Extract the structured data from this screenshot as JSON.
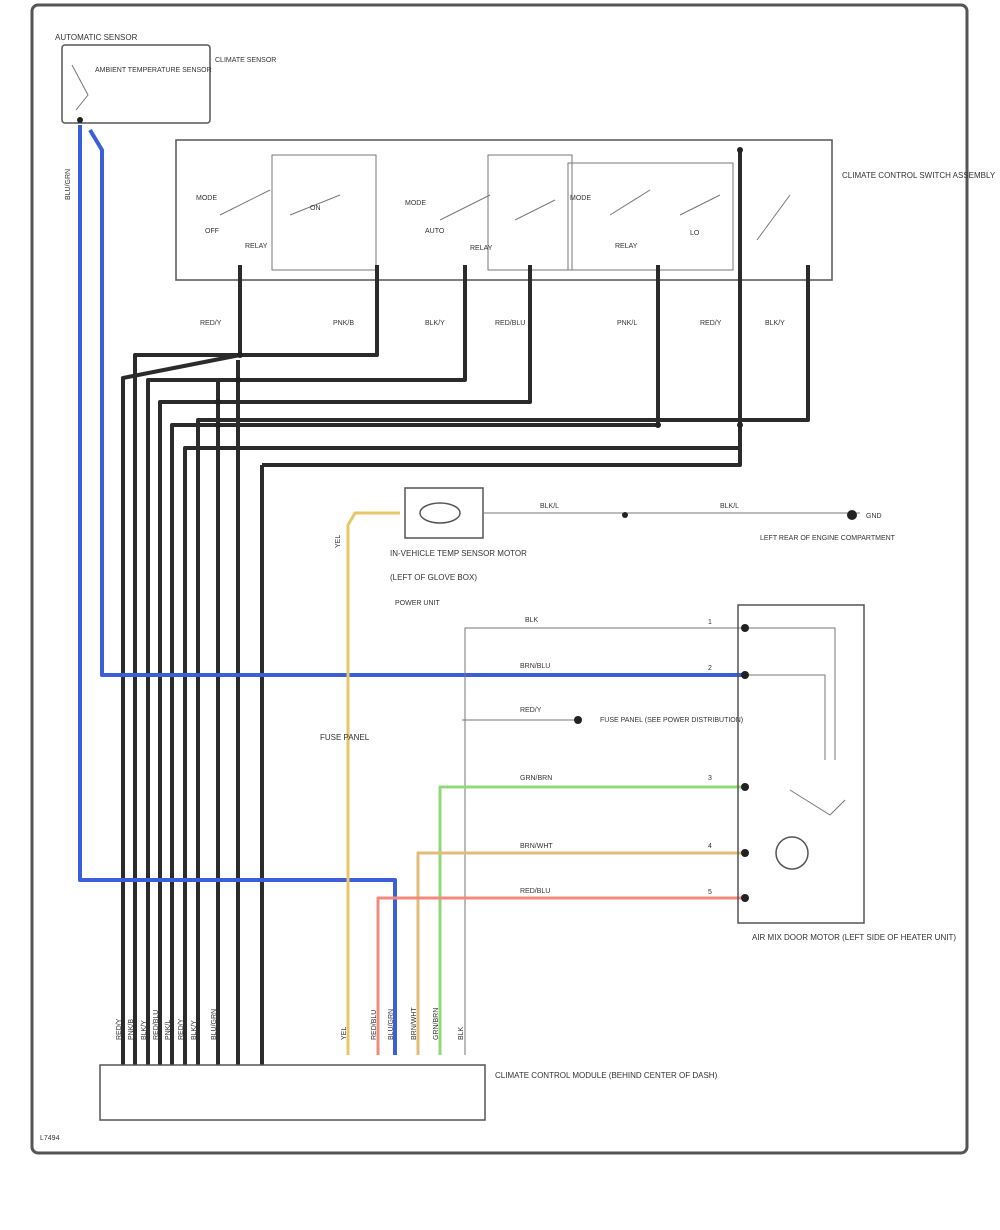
{
  "diagram": {
    "frame_code": "L7494",
    "components": {
      "auto_sensor": {
        "title": "AUTOMATIC SENSOR",
        "body": "AMBIENT TEMPERATURE SENSOR",
        "side": "CLIMATE SENSOR"
      },
      "switch_block": {
        "title": "CLIMATE CONTROL SWITCH ASSEMBLY",
        "sw1": "MODE",
        "sw2": "MODE",
        "sw3": "MODE",
        "relay1": "RELAY",
        "relay2": "RELAY",
        "relay3": "RELAY",
        "pos_a": "OFF",
        "pos_b": "ON",
        "pos_c": "AUTO",
        "pos_d": "LO"
      },
      "sensor_motor": {
        "label": "IN-VEHICLE TEMP SENSOR MOTOR",
        "sub": "(LEFT OF GLOVE BOX)",
        "power": "POWER UNIT"
      },
      "ground_ref": {
        "label": "LEFT REAR OF ENGINE COMPARTMENT"
      },
      "mix_door": {
        "label": "AIR MIX DOOR MOTOR (LEFT SIDE OF HEATER UNIT)"
      },
      "control_module": {
        "label": "CLIMATE CONTROL MODULE (BEHIND CENTER OF DASH)"
      },
      "ign_ref": {
        "label": "FUSE PANEL (SEE POWER DISTRIBUTION)"
      },
      "mid_label": "FUSE PANEL"
    },
    "wire_labels": {
      "a1": "RED/Y",
      "a2": "PNK/B",
      "a3": "BLK/Y",
      "a4": "RED/BLU",
      "a5": "PNK/L",
      "a6": "RED/Y",
      "a7": "BLK/Y",
      "blue_v": "BLU/GRN",
      "sensor_w1": "BLK/L",
      "sensor_w2": "BLK/L",
      "m_blk": "BLK",
      "m_blu": "BRN/BLU",
      "m_red": "RED/Y",
      "m_grn": "GRN/BRN",
      "m_brn": "BRN/WHT",
      "m_rd": "RED/BLU",
      "yel_v": "YEL",
      "pin_m1": "1",
      "pin_m2": "2",
      "pin_m3": "3",
      "pin_m4": "4",
      "pin_m5": "5",
      "gnd_tag": "GND"
    },
    "bottom_pins": [
      "RED/Y",
      "PNK/B",
      "BLK/Y",
      "RED/BLU",
      "PNK/L",
      "RED/Y",
      "BLK/Y",
      "BLU/GRN",
      "YEL",
      "RED/BLU",
      "BLU/GRN",
      "BRN/WHT",
      "GRN/BRN",
      "BLK"
    ],
    "colors": {
      "dark": "#2b2b2b",
      "blue": "#3a5fd8",
      "yellow": "#e8c76a",
      "green": "#90d87a",
      "tan": "#e2bd7a",
      "red": "#f28a7e"
    }
  }
}
